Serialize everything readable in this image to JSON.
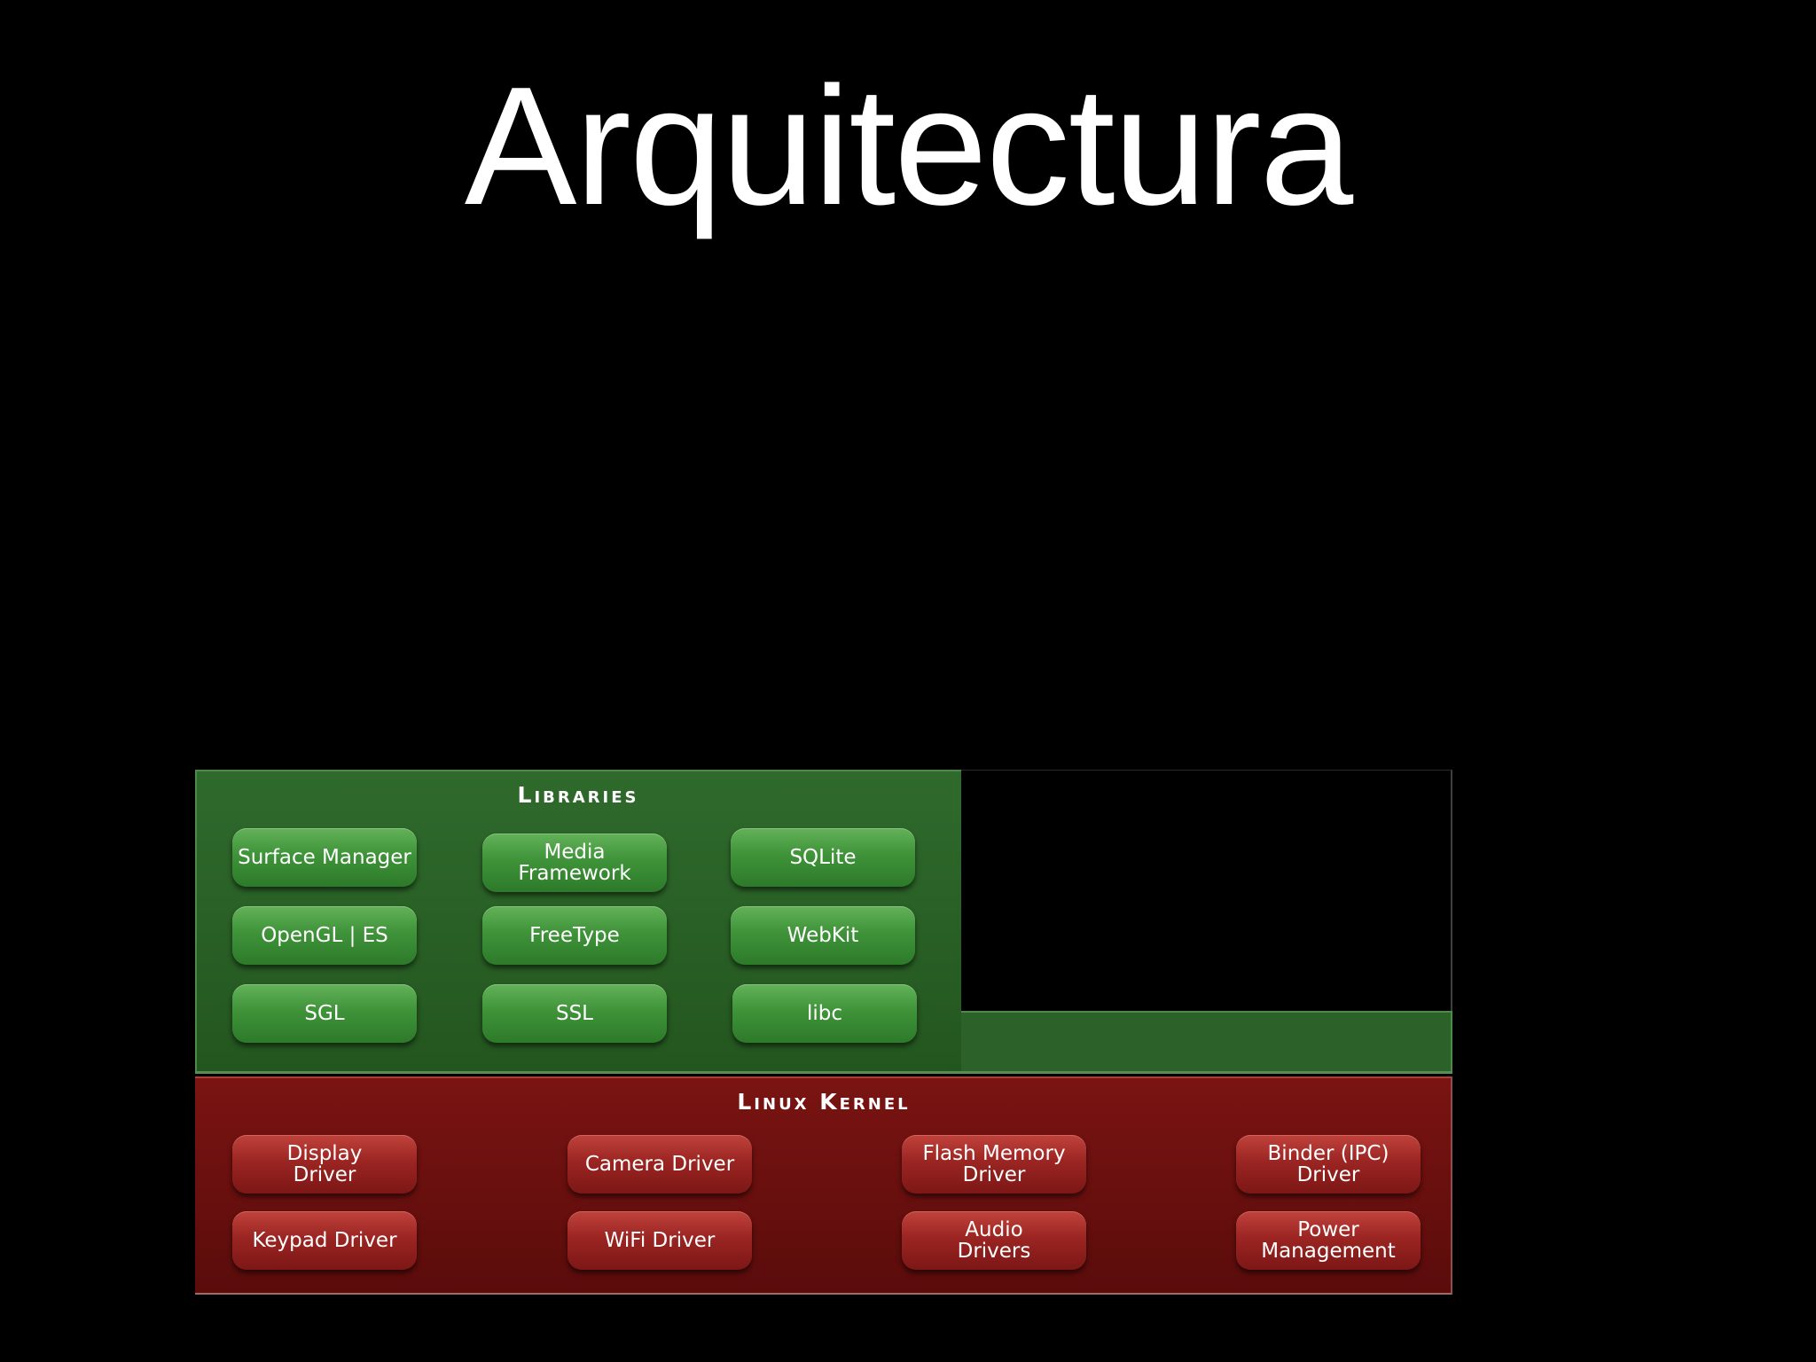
{
  "slide": {
    "title": "Arquitectura"
  },
  "diagram": {
    "libraries": {
      "heading": "Libraries",
      "color": "#2f6a2c",
      "items": [
        "Surface Manager",
        "Media\nFramework",
        "SQLite",
        "OpenGL | ES",
        "FreeType",
        "WebKit",
        "SGL",
        "SSL",
        "libc"
      ]
    },
    "kernel": {
      "heading": "Linux Kernel",
      "color": "#7a1412",
      "items": [
        "Display\nDriver",
        "Camera Driver",
        "Flash Memory\nDriver",
        "Binder (IPC)\nDriver",
        "Keypad Driver",
        "WiFi Driver",
        "Audio\nDrivers",
        "Power\nManagement"
      ]
    }
  }
}
